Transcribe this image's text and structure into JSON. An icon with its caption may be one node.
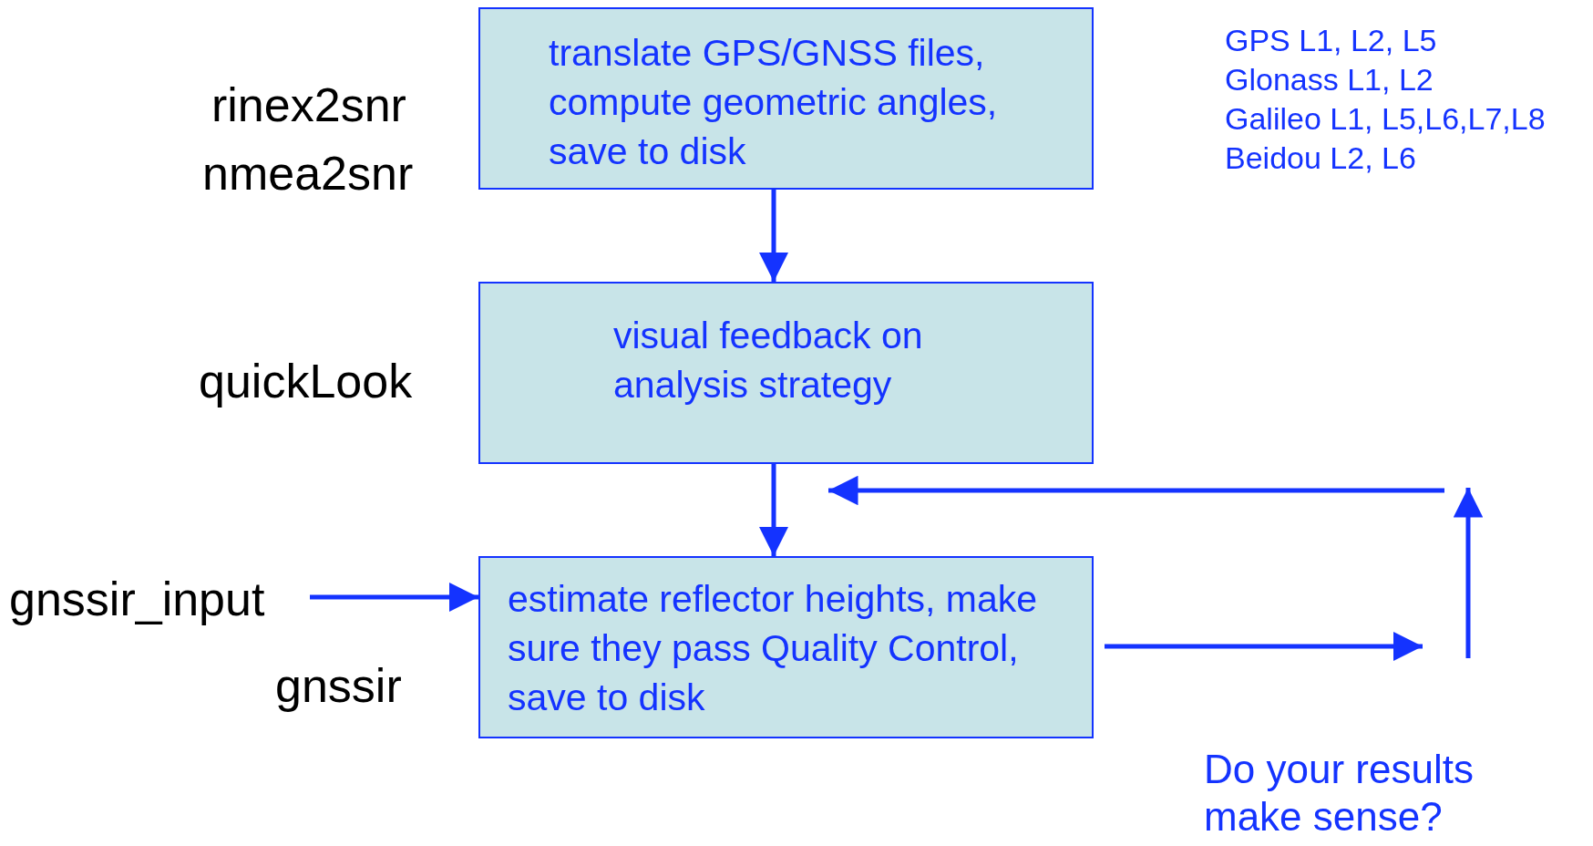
{
  "diagram": {
    "nodes": [
      {
        "text": [
          "translate GPS/GNSS files, compute geometric angles, save to disk"
        ],
        "beside": [
          "rinex2snr",
          "nmea2snr"
        ]
      },
      {
        "text": [
          "visual feedback on analysis strategy"
        ],
        "beside": [
          "quickLook"
        ]
      },
      {
        "text": [
          "estimate reflector heights, make sure they pass Quality Control, save to disk"
        ]
      },
      {
        "text": [
          "gnssir_input"
        ]
      }
    ],
    "edges": [
      {
        "from": 0,
        "to": 1,
        "arrow": "to"
      },
      {
        "from": 1,
        "to": 2,
        "arrow": "to"
      },
      {
        "from": 3,
        "to": 2,
        "arrow": "to"
      },
      {
        "from": 2,
        "to": null,
        "arrow": "to"
      }
    ],
    "labels": [
      "GPS L1, L2, L5",
      "Glonass L1, L2",
      "Galileo L1, L5,L6,L7,L8",
      "Beidou L2, L6",
      "gnssir",
      "Do your results make sense?"
    ]
  }
}
